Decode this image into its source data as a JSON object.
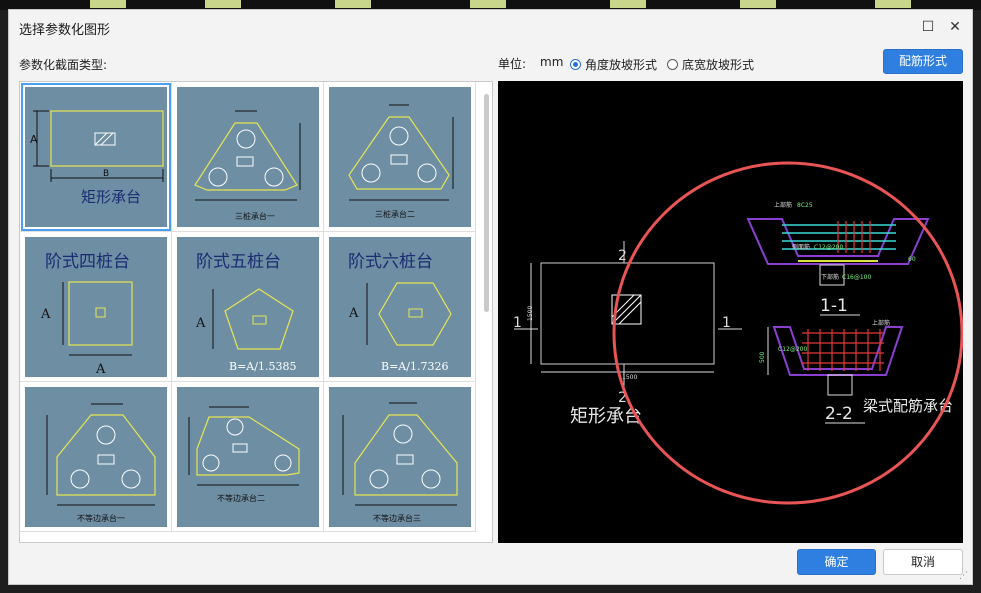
{
  "title": "选择参数化图形",
  "section_label": "参数化截面类型:",
  "unit": {
    "label": "单位:",
    "value": "mm"
  },
  "options": {
    "angle_slope": "角度放坡形式",
    "width_slope": "底宽放坡形式"
  },
  "buttons": {
    "rebar_form": "配筋形式",
    "ok": "确定",
    "cancel": "取消"
  },
  "thumbs": {
    "t1": {
      "name": "矩形承台",
      "a": "A",
      "b": "B"
    },
    "t2": {
      "name": "三桩承台一"
    },
    "t3": {
      "name": "三桩承台二"
    },
    "t4": {
      "name": "阶式四桩台",
      "a": "A",
      "b": "A"
    },
    "t5": {
      "name": "阶式五桩台",
      "a": "A",
      "formula": "B=A/1.5385"
    },
    "t6": {
      "name": "阶式六桩台",
      "a": "A",
      "formula": "B=A/1.7326"
    },
    "t7": {
      "name": "不等边承台一"
    },
    "t8": {
      "name": "不等边承台二"
    },
    "t9": {
      "name": "不等边承台三"
    }
  },
  "preview": {
    "plan_title": "矩形承台",
    "beam_title": "梁式配筋承台",
    "sec1": "1-1",
    "sec2": "2-2",
    "mark1": "1",
    "mark2": "2",
    "dim_h": "1500",
    "dim_w": "1500",
    "top_rebar": "上部筋",
    "bottom_rebar": "下部筋",
    "side_rebar": "侧面筋",
    "c1": "C12@200",
    "c2": "C16@100",
    "c3": "C12@200",
    "b25": "8C25",
    "v60": "60",
    "v500": "500"
  },
  "colors": {
    "accent": "#2f7fe0",
    "thumb_bg": "#6e8ea3",
    "yellow": "#e7e552",
    "circle": "#e95454"
  }
}
